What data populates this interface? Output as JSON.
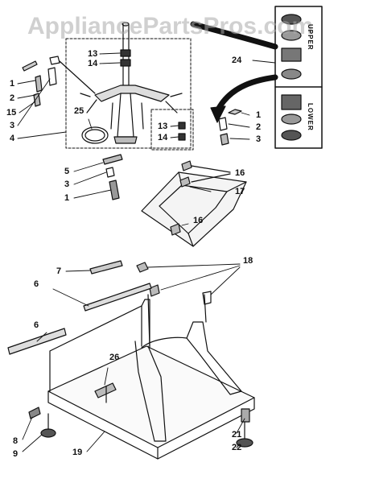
{
  "watermark": "AppliancePartsPros.com",
  "seal_labels": {
    "upper": "UPPER",
    "lower": "LOWER"
  },
  "callouts": [
    {
      "id": "c1a",
      "text": "1"
    },
    {
      "id": "c2a",
      "text": "2"
    },
    {
      "id": "c15",
      "text": "15"
    },
    {
      "id": "c3a",
      "text": "3"
    },
    {
      "id": "c4",
      "text": "4"
    },
    {
      "id": "c13a",
      "text": "13"
    },
    {
      "id": "c14a",
      "text": "14"
    },
    {
      "id": "c25",
      "text": "25"
    },
    {
      "id": "c24",
      "text": "24"
    },
    {
      "id": "c1b",
      "text": "1"
    },
    {
      "id": "c2b",
      "text": "2"
    },
    {
      "id": "c3b",
      "text": "3"
    },
    {
      "id": "c13b",
      "text": "13"
    },
    {
      "id": "c14b",
      "text": "14"
    },
    {
      "id": "c5",
      "text": "5"
    },
    {
      "id": "c3c",
      "text": "3"
    },
    {
      "id": "c1c",
      "text": "1"
    },
    {
      "id": "c16a",
      "text": "16"
    },
    {
      "id": "c17",
      "text": "17"
    },
    {
      "id": "c16b",
      "text": "16"
    },
    {
      "id": "c18",
      "text": "18"
    },
    {
      "id": "c7",
      "text": "7"
    },
    {
      "id": "c6a",
      "text": "6"
    },
    {
      "id": "c6b",
      "text": "6"
    },
    {
      "id": "c26",
      "text": "26"
    },
    {
      "id": "c8",
      "text": "8"
    },
    {
      "id": "c9",
      "text": "9"
    },
    {
      "id": "c19",
      "text": "19"
    },
    {
      "id": "c21",
      "text": "21"
    },
    {
      "id": "c22",
      "text": "22"
    }
  ]
}
